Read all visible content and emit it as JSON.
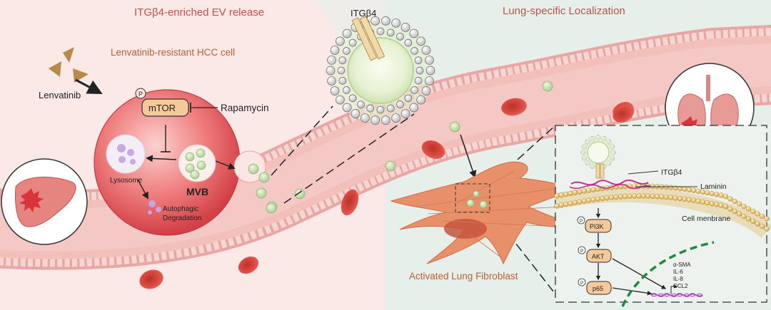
{
  "left_panel": {
    "title": "ITGβ4-enriched EV release",
    "cell_label": "Lenvatinib-resistant HCC cell",
    "drug_label": "Lenvatinib",
    "mtor_label": "mTOR",
    "phospho_label": "P",
    "inhibitor_label": "Rapamycin",
    "lysosome_label": "Lysosome",
    "mvb_label": "MVB",
    "autophagy_line1": "Autophagic",
    "autophagy_line2": "Degradation"
  },
  "middle": {
    "vesicle_label": "ITGβ4"
  },
  "right_panel": {
    "title": "Lung-specific Localization",
    "fibroblast_label": "Activated Lung Fibroblast",
    "inset": {
      "receptor_label": "ITGβ4",
      "ligand_label": "Laminin",
      "membrane_label": "Cell menbrane",
      "phospho_label": "P",
      "pathway": [
        "PI3K",
        "AKT",
        "p65"
      ],
      "targets": [
        "α-SMA",
        "IL-6",
        "IL-8",
        "CCL2"
      ]
    }
  },
  "colors": {
    "left_bg": "#fbe6e4",
    "right_bg": "#e6efea",
    "title_color": "#c0504d",
    "vessel": "#f2c3c0",
    "cell": "#dc4f52",
    "nucleus_border": "#1e8a3a"
  }
}
